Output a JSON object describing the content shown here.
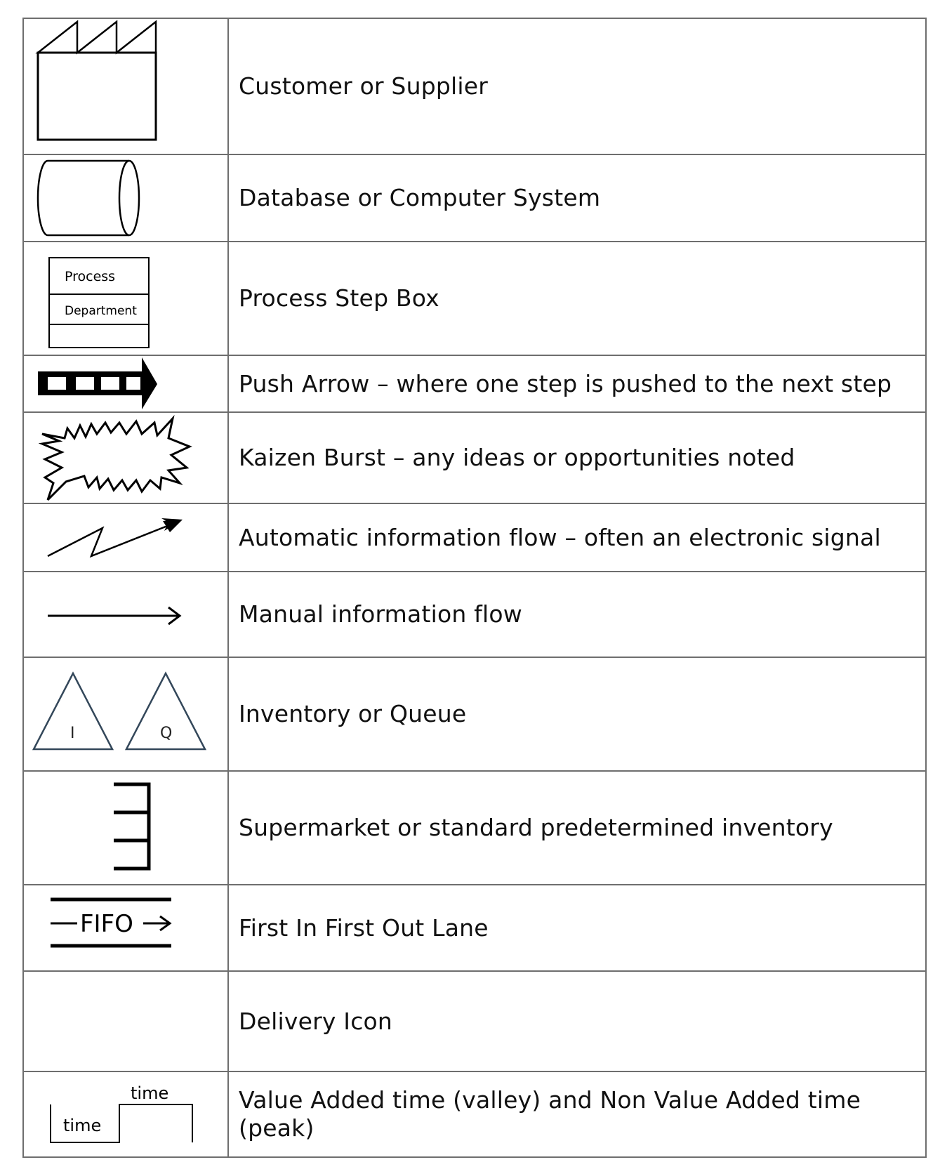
{
  "rows": [
    {
      "symbol": "factory-icon",
      "description": "Customer or Supplier"
    },
    {
      "symbol": "database-cylinder-icon",
      "description": "Database or Computer System"
    },
    {
      "symbol": "process-box-icon",
      "description": "Process Step Box",
      "labels": [
        "Process",
        "Department"
      ]
    },
    {
      "symbol": "push-arrow-icon",
      "description": "Push Arrow – where one step is pushed to the next step"
    },
    {
      "symbol": "kaizen-burst-icon",
      "description": "Kaizen Burst – any ideas or opportunities noted"
    },
    {
      "symbol": "lightning-arrow-icon",
      "description": "Automatic information flow – often an electronic signal"
    },
    {
      "symbol": "straight-arrow-icon",
      "description": "Manual information flow"
    },
    {
      "symbol": "triangle-icon",
      "description": "Inventory or Queue",
      "labels": [
        "I",
        "Q"
      ]
    },
    {
      "symbol": "supermarket-icon",
      "description": "Supermarket or standard predetermined inventory"
    },
    {
      "symbol": "fifo-lane-icon",
      "description": "First In First Out Lane",
      "labels": [
        "FIFO"
      ]
    },
    {
      "symbol": "",
      "description": "Delivery Icon"
    },
    {
      "symbol": "timeline-icon",
      "description": "Value Added time (valley) and Non Value Added time (peak)",
      "labels": [
        "time",
        "time"
      ]
    }
  ]
}
